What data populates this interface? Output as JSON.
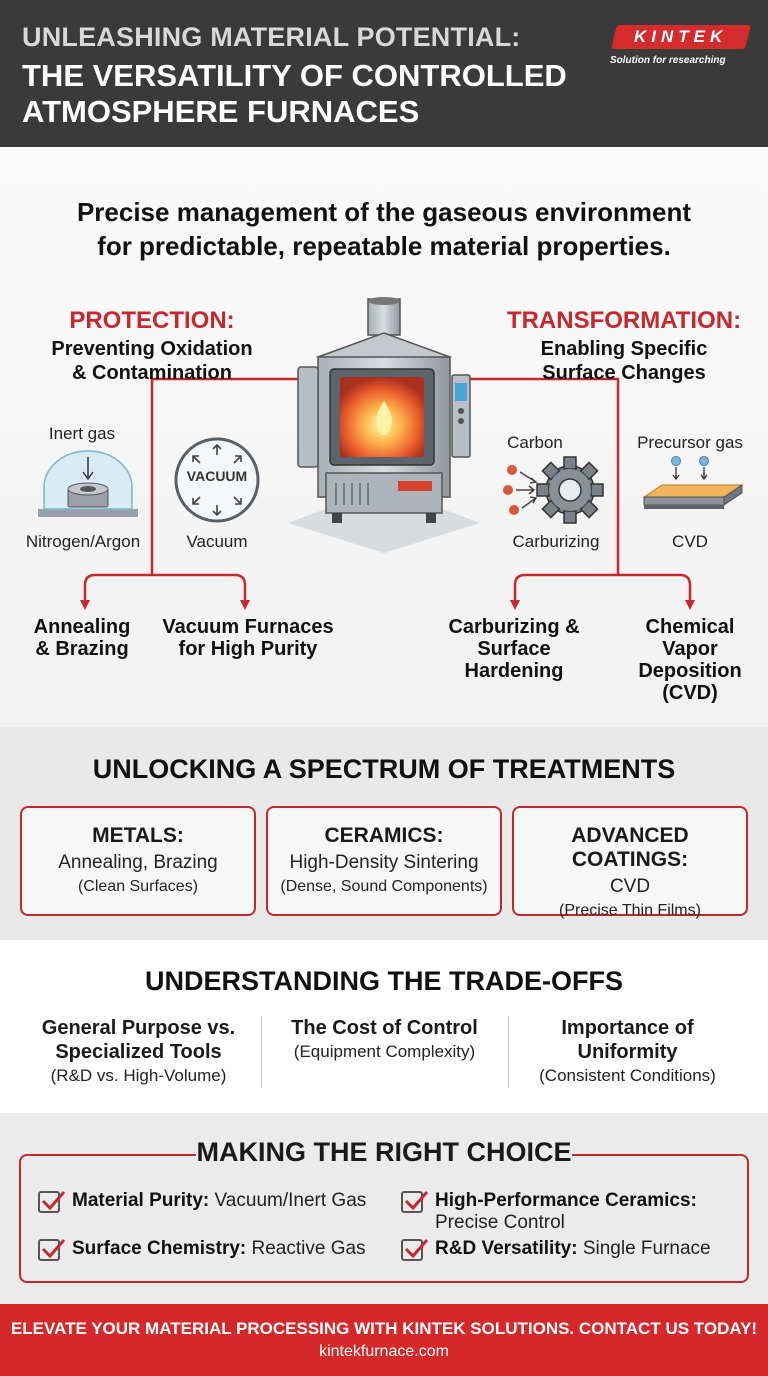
{
  "header": {
    "title_line1": "UNLEASHING MATERIAL POTENTIAL:",
    "title_line2": "THE VERSATILITY OF CONTROLLED ATMOSPHERE FURNACES",
    "logo_text": "KINTEK",
    "logo_tagline": "Solution for researching"
  },
  "intro": {
    "line1": "Precise management of the gaseous environment",
    "line2": "for predictable, repeatable material properties."
  },
  "protection": {
    "title": "PROTECTION:",
    "subtitle_line1": "Preventing Oxidation",
    "subtitle_line2": "& Contamination",
    "inert_label": "Inert gas",
    "inert_caption": "Nitrogen/Argon",
    "vacuum_icon_text": "VACUUM",
    "vacuum_caption": "Vacuum",
    "outcome1_line1": "Annealing",
    "outcome1_line2": "& Brazing",
    "outcome2_line1": "Vacuum Furnaces",
    "outcome2_line2": "for High Purity"
  },
  "transformation": {
    "title": "TRANSFORMATION:",
    "subtitle_line1": "Enabling Specific",
    "subtitle_line2": "Surface Changes",
    "carbon_label": "Carbon",
    "carbon_caption": "Carburizing",
    "precursor_label": "Precursor gas",
    "precursor_caption": "CVD",
    "outcome1_line1": "Carburizing &",
    "outcome1_line2": "Surface",
    "outcome1_line3": "Hardening",
    "outcome2_line1": "Chemical",
    "outcome2_line2": "Vapor",
    "outcome2_line3": "Deposition",
    "outcome2_line4": "(CVD)"
  },
  "treatments": {
    "heading": "UNLOCKING A SPECTRUM OF TREATMENTS",
    "cards": [
      {
        "title": "METALS:",
        "body": "Annealing, Brazing",
        "note": "(Clean Surfaces)"
      },
      {
        "title": "CERAMICS:",
        "body": "High-Density Sintering",
        "note": "(Dense, Sound Components)"
      },
      {
        "title": "ADVANCED COATINGS:",
        "body": "CVD",
        "note": "(Precise Thin Films)"
      }
    ]
  },
  "tradeoffs": {
    "heading": "UNDERSTANDING THE TRADE-OFFS",
    "items": [
      {
        "title_line1": "General Purpose vs.",
        "title_line2": "Specialized Tools",
        "note": "(R&D vs. High-Volume)"
      },
      {
        "title_line1": "The Cost of Control",
        "title_line2": "",
        "note": "(Equipment Complexity)"
      },
      {
        "title_line1": "Importance of",
        "title_line2": "Uniformity",
        "note": "(Consistent Conditions)"
      }
    ]
  },
  "choice": {
    "heading": "MAKING THE RIGHT CHOICE",
    "items": [
      {
        "label": "Material Purity:",
        "value": "Vacuum/Inert Gas"
      },
      {
        "label": "Surface Chemistry:",
        "value": "Reactive Gas"
      },
      {
        "label": "High-Performance Ceramics:",
        "value": "Precise Control"
      },
      {
        "label": "R&D Versatility:",
        "value": "Single Furnace"
      }
    ]
  },
  "footer": {
    "cta": "ELEVATE YOUR MATERIAL PROCESSING WITH KINTEK SOLUTIONS. CONTACT US TODAY!",
    "url": "kintekfurnace.com"
  },
  "colors": {
    "accent_red": "#c6282b",
    "header_bg": "#3a3a3a",
    "footer_bg": "#d4282b"
  }
}
